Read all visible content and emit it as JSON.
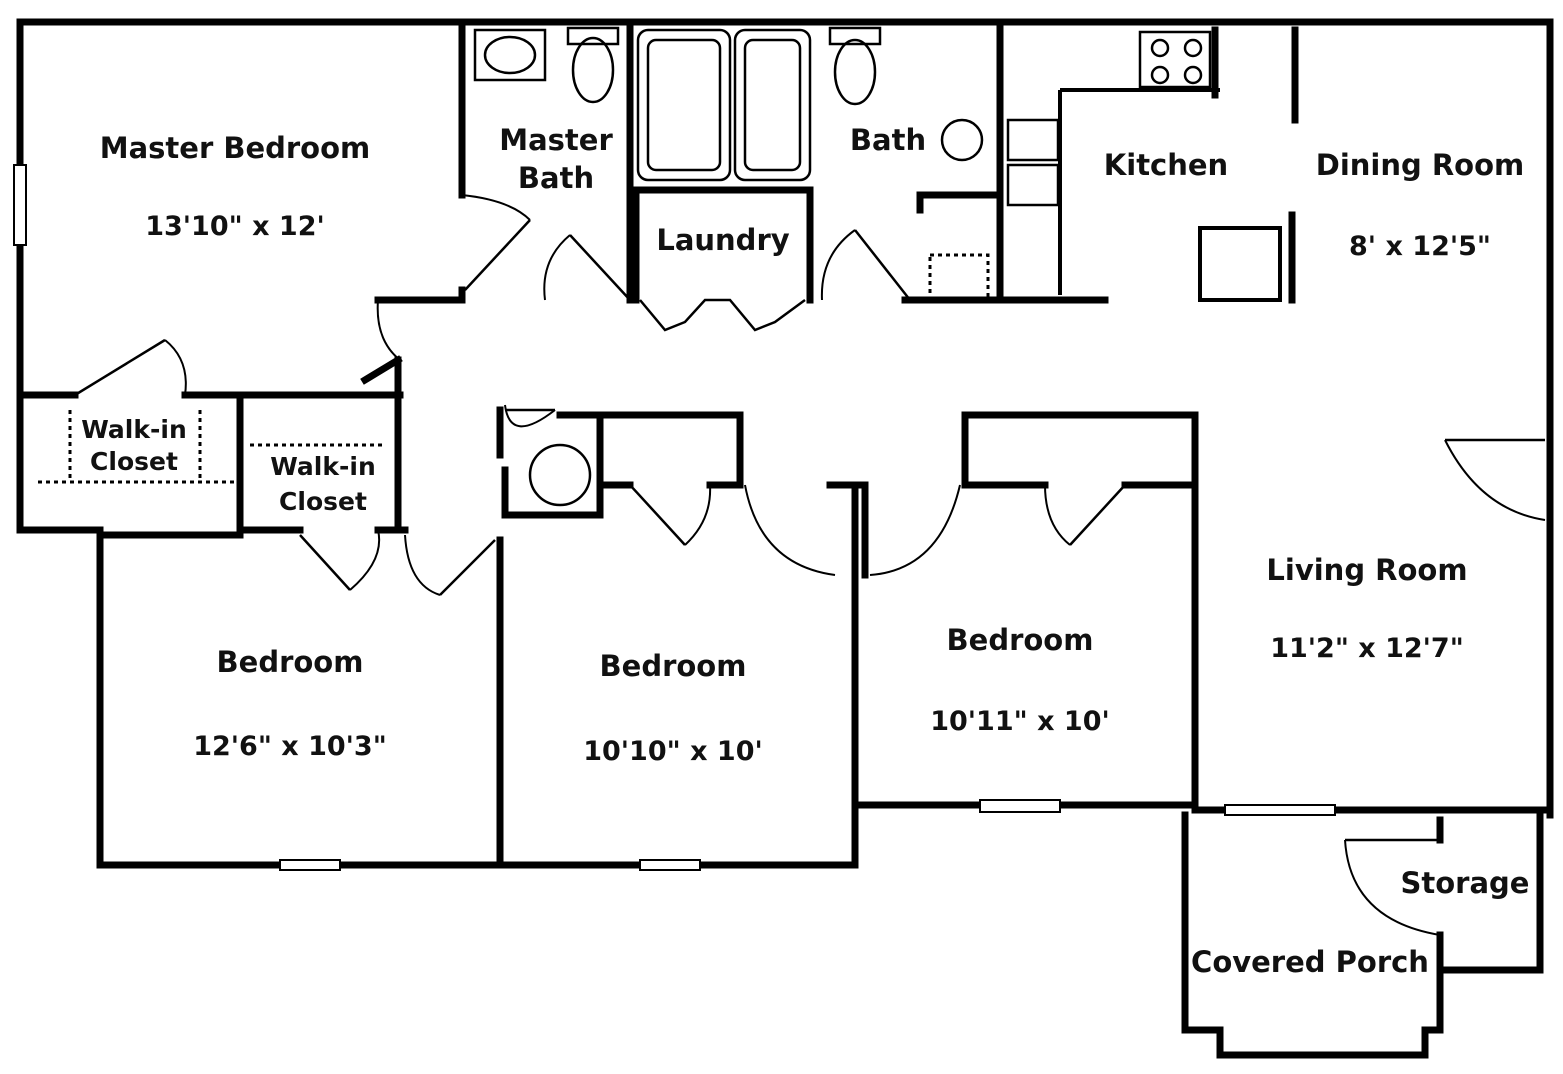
{
  "rooms": {
    "master_bedroom": {
      "name": "Master Bedroom",
      "dims": "13'10\" x 12'"
    },
    "master_bath": {
      "name_line1": "Master",
      "name_line2": "Bath"
    },
    "laundry": {
      "name": "Laundry"
    },
    "bath": {
      "name": "Bath"
    },
    "kitchen": {
      "name": "Kitchen"
    },
    "dining_room": {
      "name": "Dining Room",
      "dims": "8' x 12'5\""
    },
    "walk_in_closet_1": {
      "name_line1": "Walk-in",
      "name_line2": "Closet"
    },
    "walk_in_closet_2": {
      "name_line1": "Walk-in",
      "name_line2": "Closet"
    },
    "bedroom_1": {
      "name": "Bedroom",
      "dims": "12'6\" x 10'3\""
    },
    "bedroom_2": {
      "name": "Bedroom",
      "dims": "10'10\" x 10'"
    },
    "bedroom_3": {
      "name": "Bedroom",
      "dims": "10'11\" x 10'"
    },
    "living_room": {
      "name": "Living Room",
      "dims": "11'2\" x 12'7\""
    },
    "storage": {
      "name": "Storage"
    },
    "covered_porch": {
      "name": "Covered Porch"
    }
  }
}
